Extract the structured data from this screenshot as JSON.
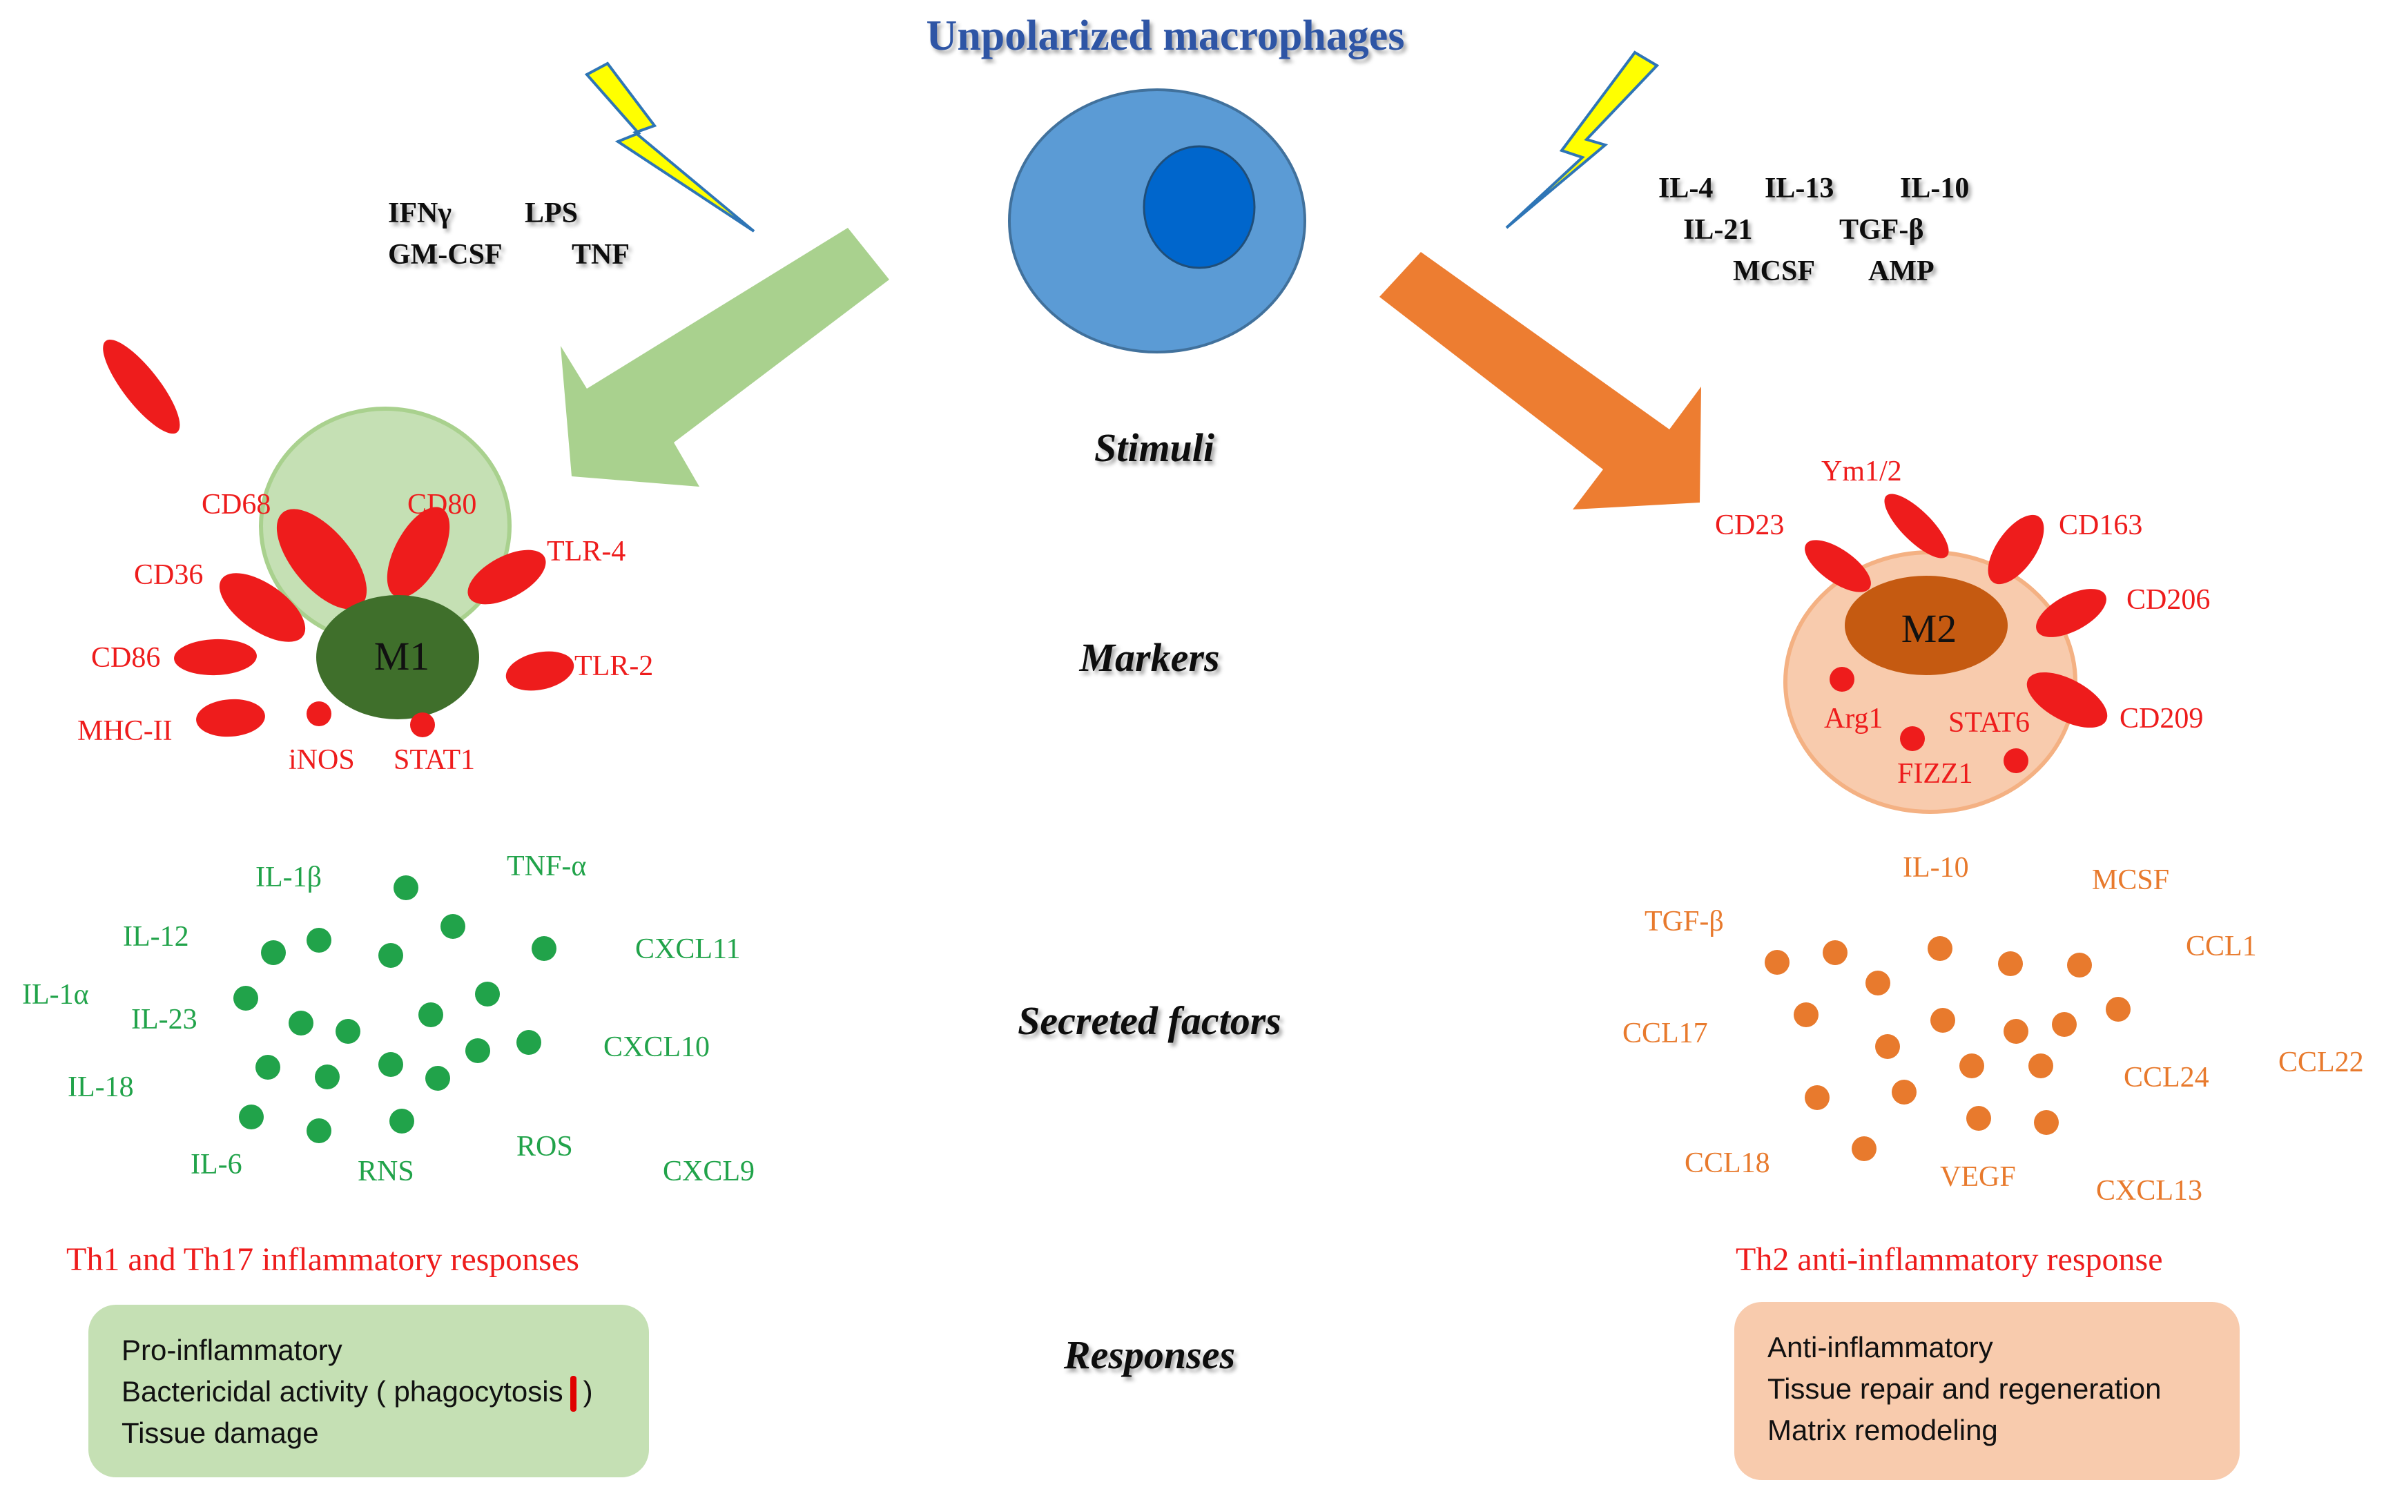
{
  "title": "Unpolarized macrophages",
  "stage_labels": {
    "stimuli": "Stimuli",
    "markers": "Markers",
    "secreted": "Secreted factors",
    "responses": "Responses"
  },
  "m1": {
    "stimuli": [
      "IFNγ",
      "LPS",
      "GM-CSF",
      "TNF"
    ],
    "cell_label": "M1",
    "markers": [
      "CD68",
      "CD80",
      "CD36",
      "TLR-4",
      "CD86",
      "TLR-2",
      "MHC-II",
      "iNOS",
      "STAT1"
    ],
    "factors": [
      "IL-1β",
      "TNF-α",
      "IL-12",
      "CXCL11",
      "IL-1α",
      "IL-23",
      "CXCL10",
      "IL-18",
      "IL-6",
      "RNS",
      "ROS",
      "CXCL9"
    ],
    "response_title": "Th1 and Th17 inflammatory responses",
    "responses": [
      "Pro-inflammatory",
      "Bactericidal activity ( phagocytosis",
      ")",
      "Tissue damage"
    ]
  },
  "m2": {
    "stimuli": [
      "IL-4",
      "IL-13",
      "IL-10",
      "IL-21",
      "TGF-β",
      "MCSF",
      "AMP"
    ],
    "cell_label": "M2",
    "markers": [
      "Ym1/2",
      "CD23",
      "CD163",
      "CD206",
      "Arg1",
      "STAT6",
      "CD209",
      "FIZZ1"
    ],
    "factors": [
      "IL-10",
      "MCSF",
      "TGF-β",
      "CCL1",
      "CCL17",
      "CCL22",
      "CCL24",
      "CCL18",
      "VEGF",
      "CXCL13"
    ],
    "response_title": "Th2 anti-inflammatory response",
    "responses": [
      "Anti-inflammatory",
      "Tissue repair and regeneration",
      "Matrix remodeling"
    ]
  },
  "colors": {
    "title": "#2e55a5",
    "marker": "#ee1c1c",
    "m1_factor": "#21a34a",
    "m2_factor": "#e87a2d",
    "m1_cell": "#c5e0b4",
    "m1_nucleus": "#3f6f2b",
    "m2_cell": "#f8cbad",
    "m2_nucleus": "#c55a11",
    "center_cell": "#5b9bd5",
    "center_nucleus": "#0066cc",
    "m1_arrow": "#a9d18e",
    "m2_arrow": "#ed7d31",
    "bolt": "#ffff00"
  }
}
